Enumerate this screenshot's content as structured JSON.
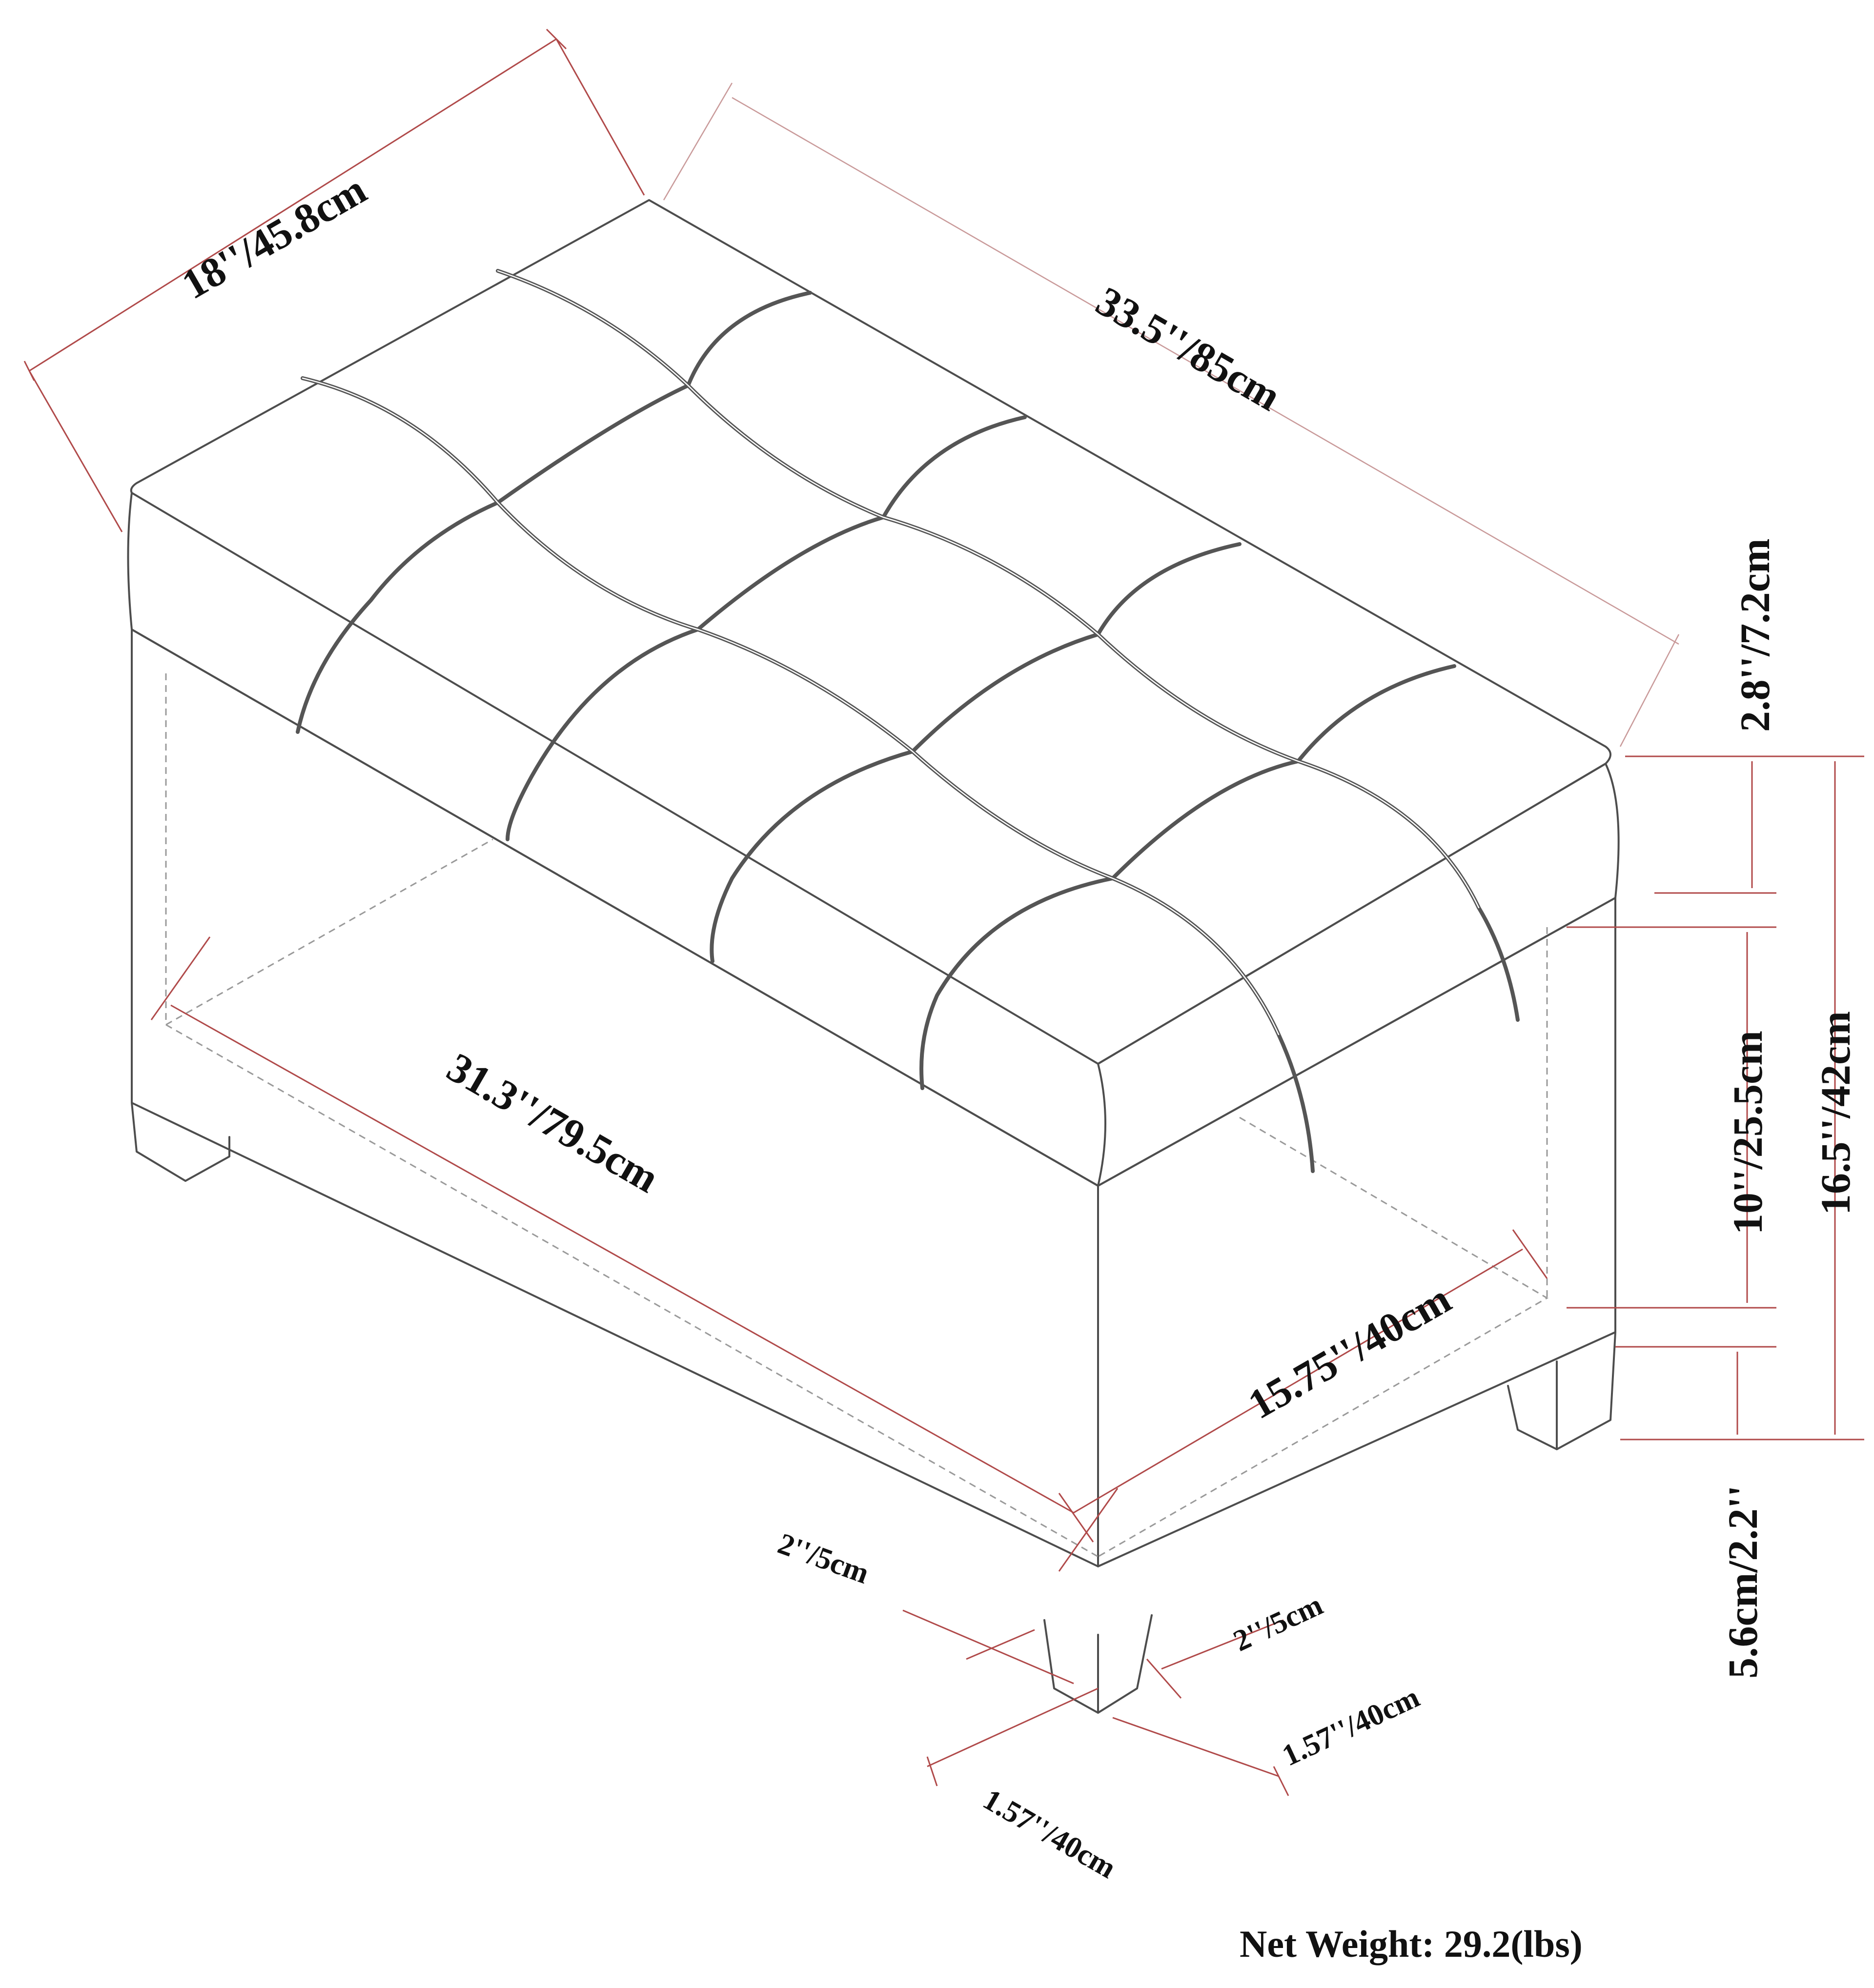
{
  "labels": {
    "depth_top": "18''/45.8cm",
    "width_top": "33.5''/85cm",
    "lid_height": "2.8''/7.2cm",
    "inner_height": "10''/25.5cm",
    "total_height": "16.5''/42cm",
    "leg_height": "5.6cm/2.2''",
    "inner_width": "31.3''/79.5cm",
    "inner_depth": "15.75''/40cm",
    "leg_inset_left": "2''/5cm",
    "leg_inset_right": "2''/5cm",
    "leg_width_right": "1.57''/40cm",
    "leg_width_bottom": "1.57''/40cm",
    "net_weight": "Net Weight: 29.2(lbs)"
  },
  "colors": {
    "dimension_line": "#b04a4a",
    "outline": "#4d4d4d"
  }
}
